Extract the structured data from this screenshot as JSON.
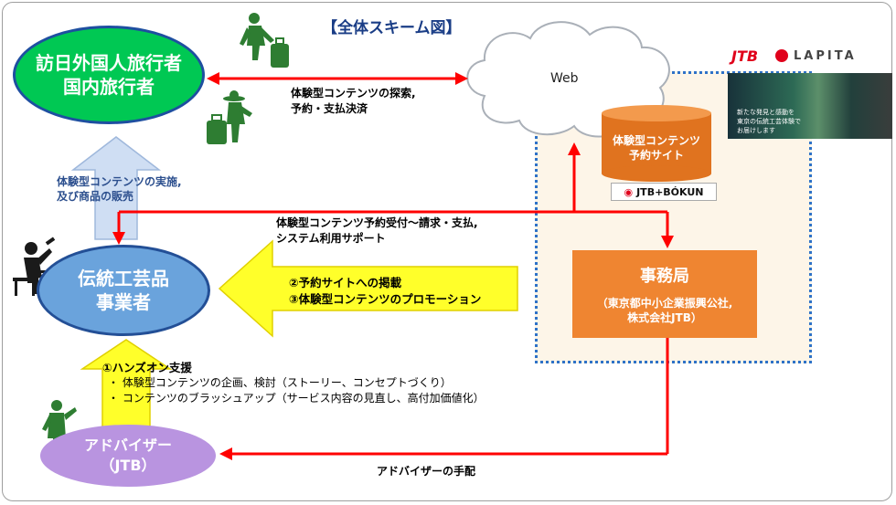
{
  "title": "【全体スキーム図】",
  "nodes": {
    "travelers": {
      "line1": "訪日外国人旅行者",
      "line2": "国内旅行者"
    },
    "craft": {
      "line1": "伝統工芸品",
      "line2": "事業者"
    },
    "advisor": {
      "line1": "アドバイザー",
      "line2": "（JTB）"
    },
    "web": "Web",
    "booking_site": {
      "line1": "体験型コンテンツ",
      "line2": "予約サイト"
    },
    "jtb_bokun": "JTB+BÓKUN",
    "secretariat": {
      "title": "事務局",
      "line1": "（東京都中小企業振興公社,",
      "line2": "株式会社JTB）"
    }
  },
  "labels": {
    "explore": {
      "line1": "体験型コンテンツの探索,",
      "line2": "予約・支払決済"
    },
    "implement": {
      "line1": "体験型コンテンツの実施,",
      "line2": "及び商品の販売"
    },
    "reservation": {
      "line1": "体験型コンテンツ予約受付～請求・支払,",
      "line2": "システム利用サポート"
    },
    "listing": {
      "line1": "②予約サイトへの掲載",
      "line2": "③体験型コンテンツのプロモーション"
    },
    "handson": {
      "title": "①ハンズオン支援",
      "item1": "・ 体験型コンテンツの企画、検討（ストーリー、コンセプトづくり）",
      "item2": "・ コンテンツのブラッシュアップ（サービス内容の見直し、高付加価値化）"
    },
    "advisor_arrange": "アドバイザーの手配"
  },
  "logos": {
    "jtb": "JTB",
    "lapita": "LAPITA",
    "photo_caption": {
      "line1": "新たな発見と感動を",
      "line2": "東京の伝統工芸体験で",
      "line3": "お届けします"
    }
  },
  "colors": {
    "travelers": "#00c853",
    "craft": "#6aa3dc",
    "advisor": "#b994e0",
    "secretariat": "#ef8531",
    "arrow_red": "#ff0000",
    "title": "#1a3d86"
  },
  "icons": [
    "traveler-icon",
    "traveler-icon",
    "craftsman-icon",
    "advisor-person-icon",
    "cloud-icon",
    "database-cylinder-icon"
  ]
}
